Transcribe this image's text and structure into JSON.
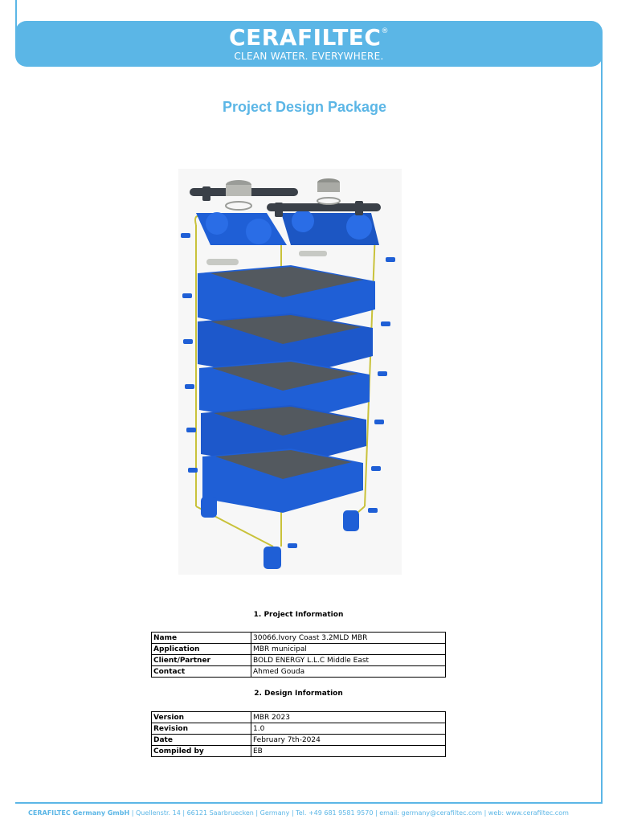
{
  "header": {
    "brand": "CERAFILTEC",
    "trademark": "®",
    "tagline": "CLEAN WATER. EVERYWHERE."
  },
  "page_title": "Project Design Package",
  "colors": {
    "accent": "#5bb6e6",
    "module_blue": "#1f5fd6",
    "frame_yellow": "#c9c23a"
  },
  "project_info": {
    "heading": "1. Project Information",
    "rows": [
      {
        "label": "Name",
        "value": "30066.Ivory Coast 3.2MLD MBR"
      },
      {
        "label": "Application",
        "value": "MBR municipal"
      },
      {
        "label": "Client/Partner",
        "value": "BOLD ENERGY L.L.C Middle East"
      },
      {
        "label": "Contact",
        "value": "Ahmed Gouda"
      }
    ]
  },
  "design_info": {
    "heading": "2. Design Information",
    "rows": [
      {
        "label": "Version",
        "value": "MBR 2023"
      },
      {
        "label": "Revision",
        "value": "1.0"
      },
      {
        "label": "Date",
        "value": "February 7th-2024"
      },
      {
        "label": "Compiled by",
        "value": "EB"
      }
    ]
  },
  "footer": {
    "company": "CERAFILTEC Germany GmbH",
    "details": " | Quellenstr. 14 | 66121 Saarbruecken | Germany | Tel. +49 681 9581 9570 | email: germany@cerafiltec.com | web: www.cerafiltec.com"
  }
}
